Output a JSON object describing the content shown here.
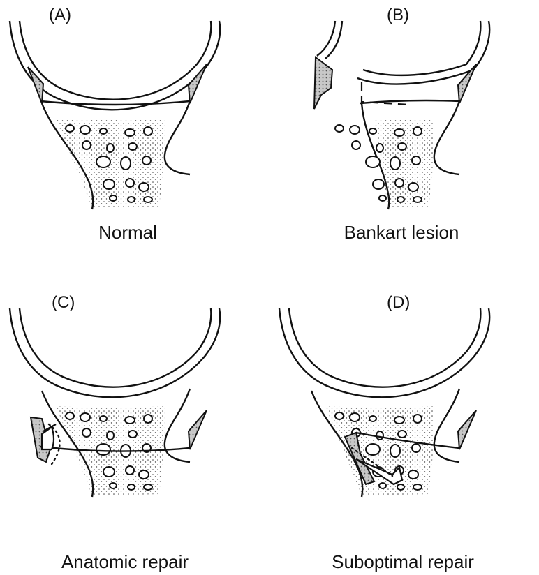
{
  "panels": [
    {
      "id": "A",
      "tag": "(A)",
      "caption": "Normal"
    },
    {
      "id": "B",
      "tag": "(B)",
      "caption": "Bankart lesion"
    },
    {
      "id": "C",
      "tag": "(C)",
      "caption": "Anatomic repair"
    },
    {
      "id": "D",
      "tag": "(D)",
      "caption": "Suboptimal repair"
    }
  ],
  "colors": {
    "ink": "#111111",
    "labrum": "#bdbdbd",
    "bone_stipple": "#444444"
  }
}
